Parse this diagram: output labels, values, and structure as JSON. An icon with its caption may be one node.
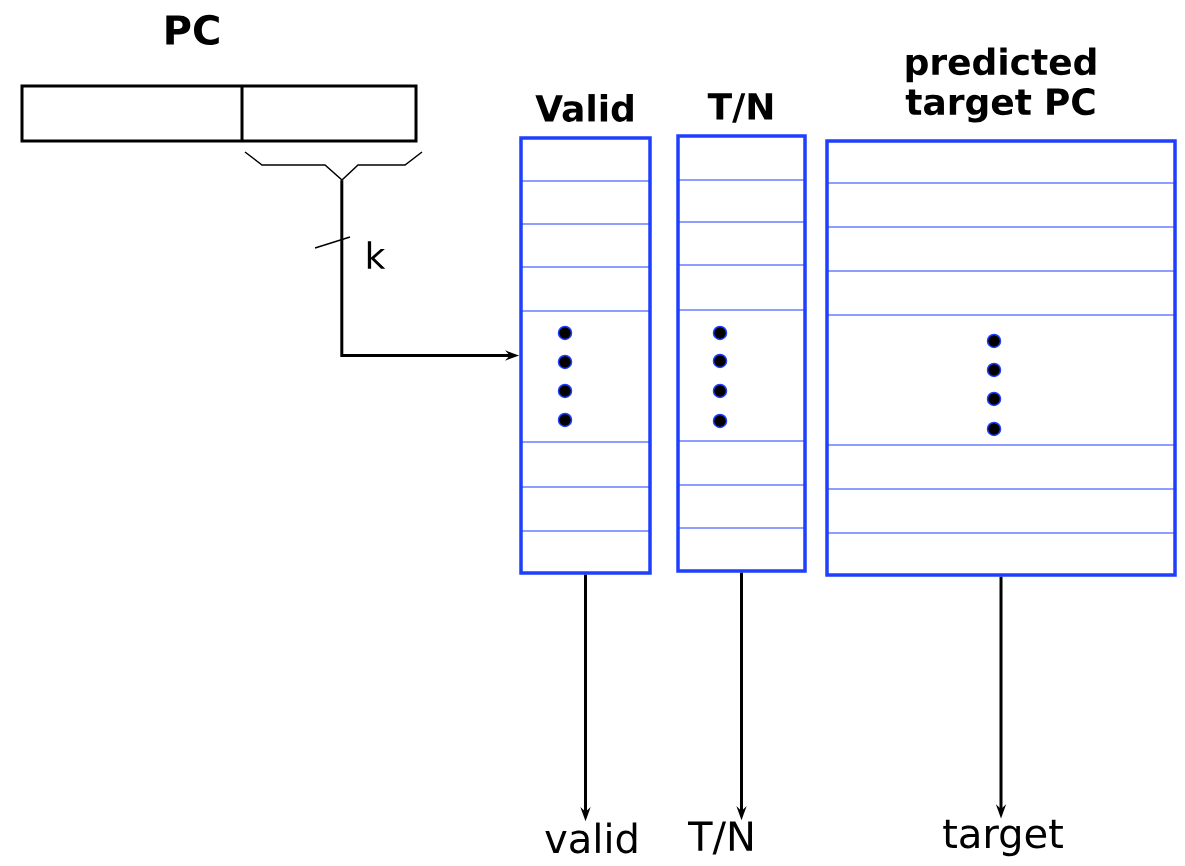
{
  "diagram": {
    "nodes": [
      {
        "text": [
          "PC"
        ]
      },
      {
        "text": [
          "Valid"
        ]
      },
      {
        "text": [
          "T/N"
        ]
      },
      {
        "text": [
          "predicted target PC"
        ]
      },
      {
        "text": [
          "valid"
        ]
      },
      {
        "text": [
          "T/N"
        ]
      },
      {
        "text": [
          "target"
        ]
      }
    ],
    "edges": [
      {
        "from": 0,
        "to": 1,
        "arrow": "to",
        "label": "k"
      },
      {
        "from": 1,
        "to": 4,
        "arrow": "to"
      },
      {
        "from": 2,
        "to": 5,
        "arrow": "to"
      },
      {
        "from": 3,
        "to": 6,
        "arrow": "to"
      }
    ]
  }
}
